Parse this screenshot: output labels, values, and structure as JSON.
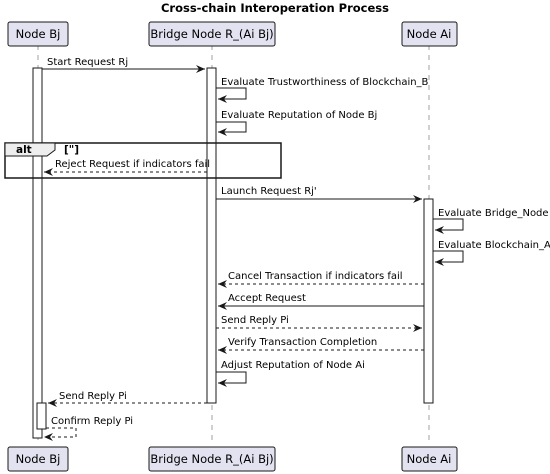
{
  "title": "Cross-chain Interoperation Process",
  "participants": [
    {
      "id": "bj",
      "name": "Node Bj"
    },
    {
      "id": "bridge",
      "name": "Bridge Node R_(Ai Bj)"
    },
    {
      "id": "ai",
      "name": "Node Ai"
    }
  ],
  "messages": [
    {
      "from": "bj",
      "to": "bridge",
      "label": "Start Request Rj",
      "style": "solid"
    },
    {
      "from": "bridge",
      "to": "bridge",
      "label": "Evaluate Trustworthiness of Blockchain_B",
      "style": "solid"
    },
    {
      "from": "bridge",
      "to": "bridge",
      "label": "Evaluate Reputation of Node Bj",
      "style": "solid"
    },
    {
      "from": "bridge",
      "to": "bj",
      "label": "Reject Request if indicators fail",
      "style": "dashed"
    },
    {
      "from": "bridge",
      "to": "ai",
      "label": "Launch Request Rj'",
      "style": "solid"
    },
    {
      "from": "ai",
      "to": "ai",
      "label": "Evaluate Bridge_Node",
      "style": "solid"
    },
    {
      "from": "ai",
      "to": "ai",
      "label": "Evaluate Blockchain_A",
      "style": "solid"
    },
    {
      "from": "ai",
      "to": "bridge",
      "label": "Cancel Transaction if indicators fail",
      "style": "dashed"
    },
    {
      "from": "ai",
      "to": "bridge",
      "label": "Accept Request",
      "style": "solid"
    },
    {
      "from": "bridge",
      "to": "ai",
      "label": "Send Reply Pi",
      "style": "dashed"
    },
    {
      "from": "ai",
      "to": "bridge",
      "label": "Verify Transaction Completion",
      "style": "dashed"
    },
    {
      "from": "bridge",
      "to": "bridge",
      "label": "Adjust Reputation of Node Ai",
      "style": "solid"
    },
    {
      "from": "bridge",
      "to": "bj",
      "label": "Send Reply Pi",
      "style": "dashed"
    },
    {
      "from": "bj",
      "to": "bj",
      "label": "Confirm Reply Pi",
      "style": "dashed"
    }
  ],
  "alt_fragment": {
    "keyword": "alt",
    "guard": "[\"]"
  },
  "colors": {
    "participant_fill": "#E2E2F0",
    "participant_stroke": "#181818",
    "lifeline": "#A0A0A0",
    "activation_fill": "#FFFFFF",
    "line": "#181818"
  }
}
